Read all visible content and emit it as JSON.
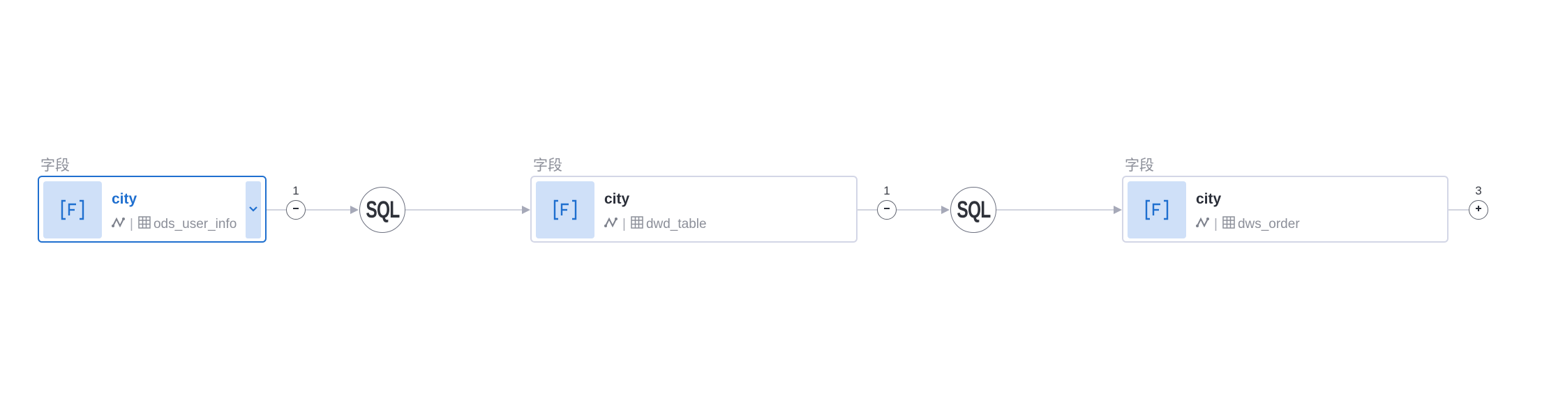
{
  "nodes": [
    {
      "caption": "字段",
      "title": "city",
      "table": "ods_user_info",
      "selected": true
    },
    {
      "caption": "字段",
      "title": "city",
      "table": "dwd_table",
      "selected": false
    },
    {
      "caption": "字段",
      "title": "city",
      "table": "dws_order",
      "selected": false
    }
  ],
  "ports": [
    {
      "count": "1",
      "state": "collapse"
    },
    {
      "count": "1",
      "state": "collapse"
    },
    {
      "count": "3",
      "state": "expand"
    }
  ],
  "transforms": [
    {
      "label": "SQL"
    },
    {
      "label": "SQL"
    }
  ],
  "icons": {
    "field_type": "field-type-icon",
    "lineage": "lineage-icon",
    "table": "table-icon",
    "expand": "chevron-down-icon",
    "collapse": "minus-icon",
    "more": "plus-icon"
  },
  "colors": {
    "accent": "#1f6fcf",
    "badge_bg": "#cfe0f8",
    "node_border": "#d3d6e6",
    "edge": "#c2c5d3"
  }
}
